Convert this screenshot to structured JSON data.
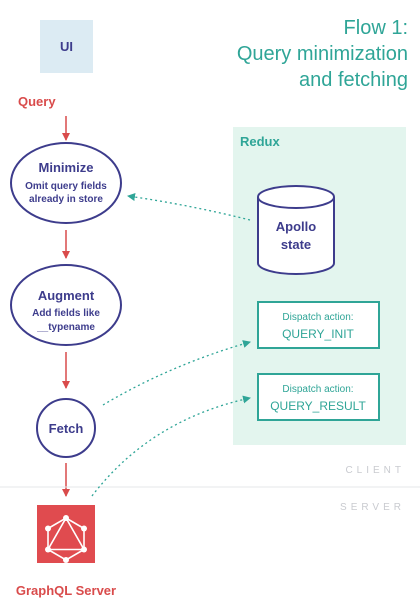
{
  "title": {
    "line1": "Flow 1:",
    "line2": "Query minimization",
    "line3": "and fetching"
  },
  "ui_box": {
    "label": "UI"
  },
  "query_label": "Query",
  "minimize": {
    "title": "Minimize",
    "line1": "Omit query fields",
    "line2": "already in store"
  },
  "augment": {
    "title": "Augment",
    "line1": "Add fields like",
    "line2": "__typename"
  },
  "fetch": {
    "label": "Fetch"
  },
  "redux": {
    "label": "Redux",
    "store": {
      "line1": "Apollo",
      "line2": "state"
    },
    "action_init": {
      "line1": "Dispatch action:",
      "line2": "QUERY_INIT"
    },
    "action_result": {
      "line1": "Dispatch action:",
      "line2": "QUERY_RESULT"
    }
  },
  "zones": {
    "client": "CLIENT",
    "server": "SERVER"
  },
  "server": {
    "label": "GraphQL Server",
    "icon": "graphql-logo-icon"
  },
  "colors": {
    "teal": "#2fa597",
    "red": "#d94b4b",
    "navy": "#3d3c8c",
    "redux_bg": "#e3f5ee",
    "ui_bg": "#dcebf3",
    "grey": "#c9cbd0"
  }
}
